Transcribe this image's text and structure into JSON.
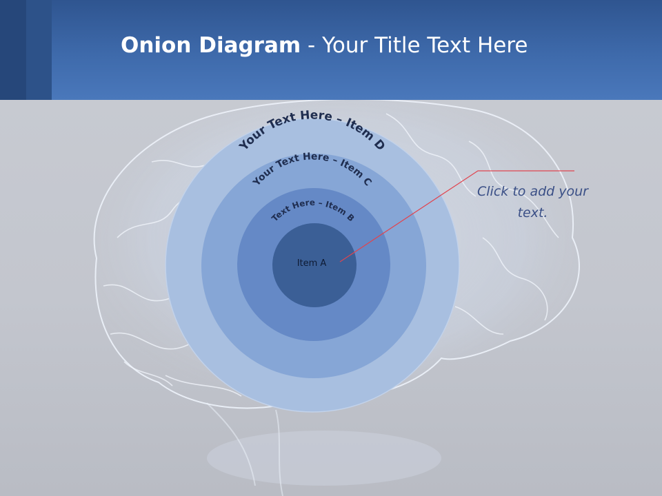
{
  "slide": {
    "title_bold": "Onion Diagram",
    "title_rest": " - Your Title Text Here"
  },
  "diagram": {
    "layers": [
      {
        "label": "Your Text Here – Item D",
        "color": "#a8bfe0"
      },
      {
        "label": "Your Text Here – Item C",
        "color": "#86a6d6"
      },
      {
        "label": "Text Here – Item B",
        "color": "#6589c6"
      },
      {
        "label": "Item A",
        "color": "#3b5f96"
      }
    ],
    "callout": {
      "text": "Click  to add your text.",
      "line_color": "#e0454f"
    }
  }
}
